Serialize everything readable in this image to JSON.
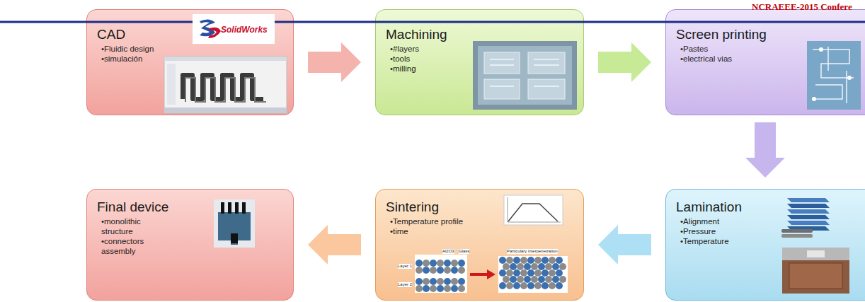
{
  "diagram": {
    "nodes": [
      {
        "text": [
          "CAD",
          "•Fluidic design",
          "•simulación"
        ]
      },
      {
        "text": [
          "Machining",
          "•#layers",
          "•tools",
          "•milling"
        ]
      },
      {
        "text": [
          "Screen printing",
          "•Pastes",
          "•electrical vias"
        ]
      },
      {
        "text": [
          "Lamination",
          "•Alignment",
          "•Pressure",
          "•Temperature"
        ]
      },
      {
        "text": [
          "Sintering",
          "•Temperature profile",
          "•time"
        ]
      },
      {
        "text": [
          "Final device",
          "•monolithic structure",
          "•connectors assembly"
        ]
      }
    ],
    "edges": [
      {
        "from": 0,
        "to": 1,
        "arrow": "to"
      },
      {
        "from": 1,
        "to": 2,
        "arrow": "to"
      },
      {
        "from": 2,
        "to": 3,
        "arrow": "to"
      },
      {
        "from": 3,
        "to": 4,
        "arrow": "to"
      },
      {
        "from": 4,
        "to": 5,
        "arrow": "to"
      }
    ],
    "labels": [
      "NCRAEEE-2015 Confere",
      "SolidWorks",
      "Al2O3",
      "Glass",
      "Layer 1",
      "Layer 2",
      "Particulary interpenetration"
    ]
  }
}
